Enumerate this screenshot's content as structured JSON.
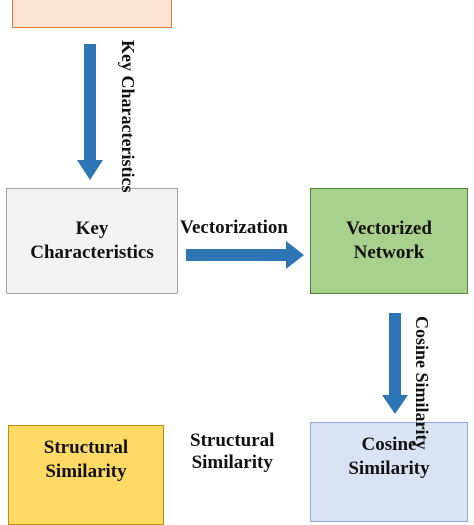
{
  "nodes": {
    "top": {
      "line1": ""
    },
    "key_characteristics": {
      "line1": "Key",
      "line2": "Characteristics"
    },
    "vectorized_network": {
      "line1": "Vectorized",
      "line2": "Network"
    },
    "structural_similarity": {
      "line1": "Structural",
      "line2": "Similarity"
    },
    "cosine_similarity": {
      "line1": "Cosine",
      "line2": "Similarity"
    }
  },
  "edges": {
    "top_to_key": {
      "line1": "Key",
      "line2": "Characteristics"
    },
    "key_to_vectorized": {
      "label": "Vectorization"
    },
    "vectorized_to_cosine": {
      "line1": "Cosine",
      "line2": "Similarity"
    },
    "structural_label": {
      "line1": "Structural",
      "line2": "Similarity"
    }
  },
  "colors": {
    "arrow": "#2e75b6",
    "top_fill": "#fbe4d5",
    "key_fill": "#f2f2f2",
    "vectorized_fill": "#a9d18e",
    "structural_fill": "#ffd966",
    "cosine_fill": "#dae3f3"
  }
}
